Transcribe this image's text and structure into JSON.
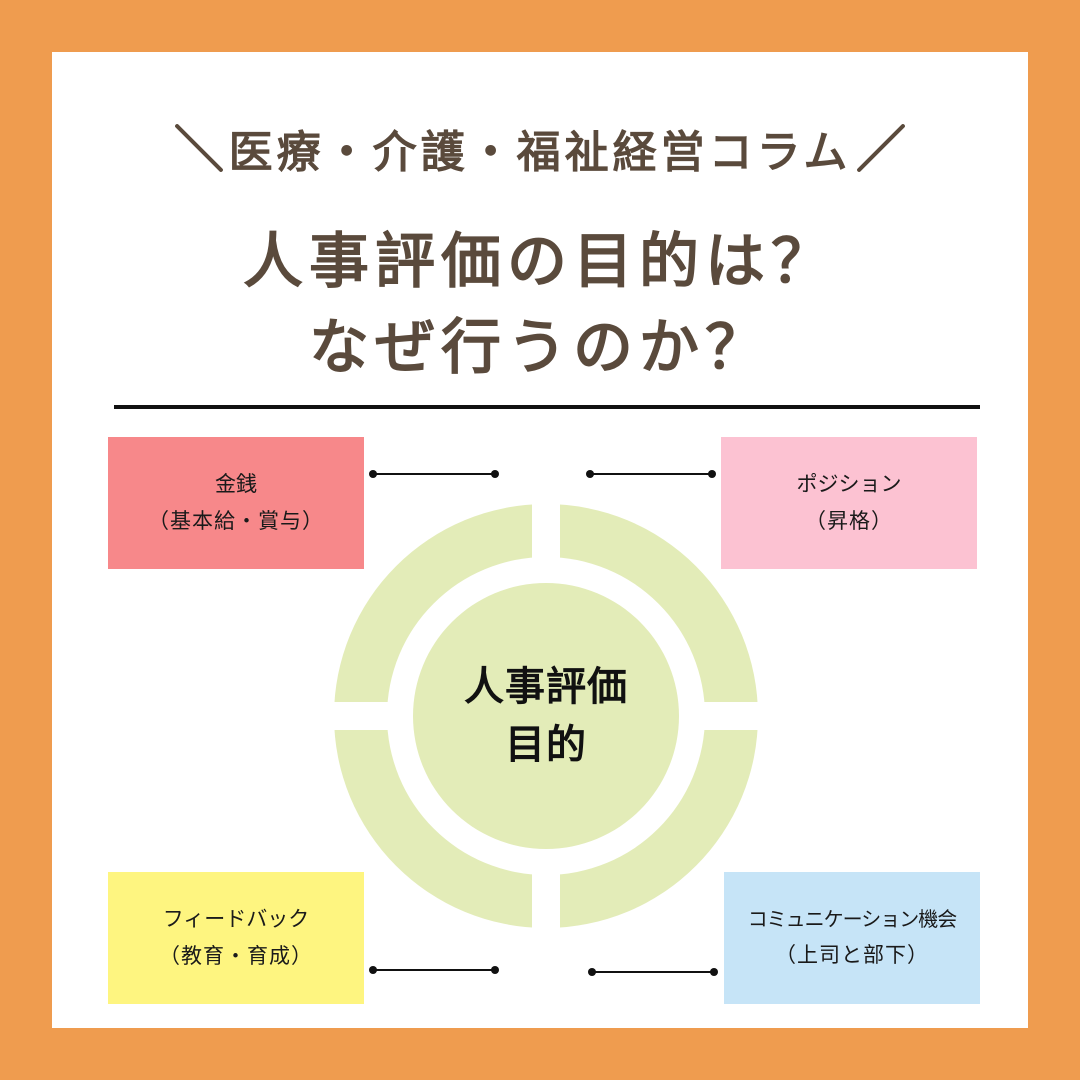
{
  "header": {
    "kicker": "医療・介護・福祉経営コラム",
    "kicker_left_mark": "＼",
    "kicker_right_mark": "／",
    "title_line1": "人事評価の目的は？",
    "title_line2": "なぜ行うのか？"
  },
  "diagram": {
    "center": {
      "line1": "人事評価",
      "line2": "目的"
    },
    "boxes": [
      {
        "position": "top-left",
        "line1": "金銭",
        "line2": "（基本給・賞与）",
        "color": "#f7888a"
      },
      {
        "position": "top-right",
        "line1": "ポジション",
        "line2": "（昇格）",
        "color": "#fcc2d2"
      },
      {
        "position": "bottom-left",
        "line1": "フィードバック",
        "line2": "（教育・育成）",
        "color": "#fef580"
      },
      {
        "position": "bottom-right",
        "line1": "コミュニケーション機会",
        "line2": "（上司と部下）",
        "color": "#c6e4f7"
      }
    ],
    "ring_color": "#e3ecb8"
  },
  "colors": {
    "frame": "#ef9c4f",
    "panel": "#ffffff",
    "heading_text": "#5a4a3c",
    "divider": "#111111"
  }
}
